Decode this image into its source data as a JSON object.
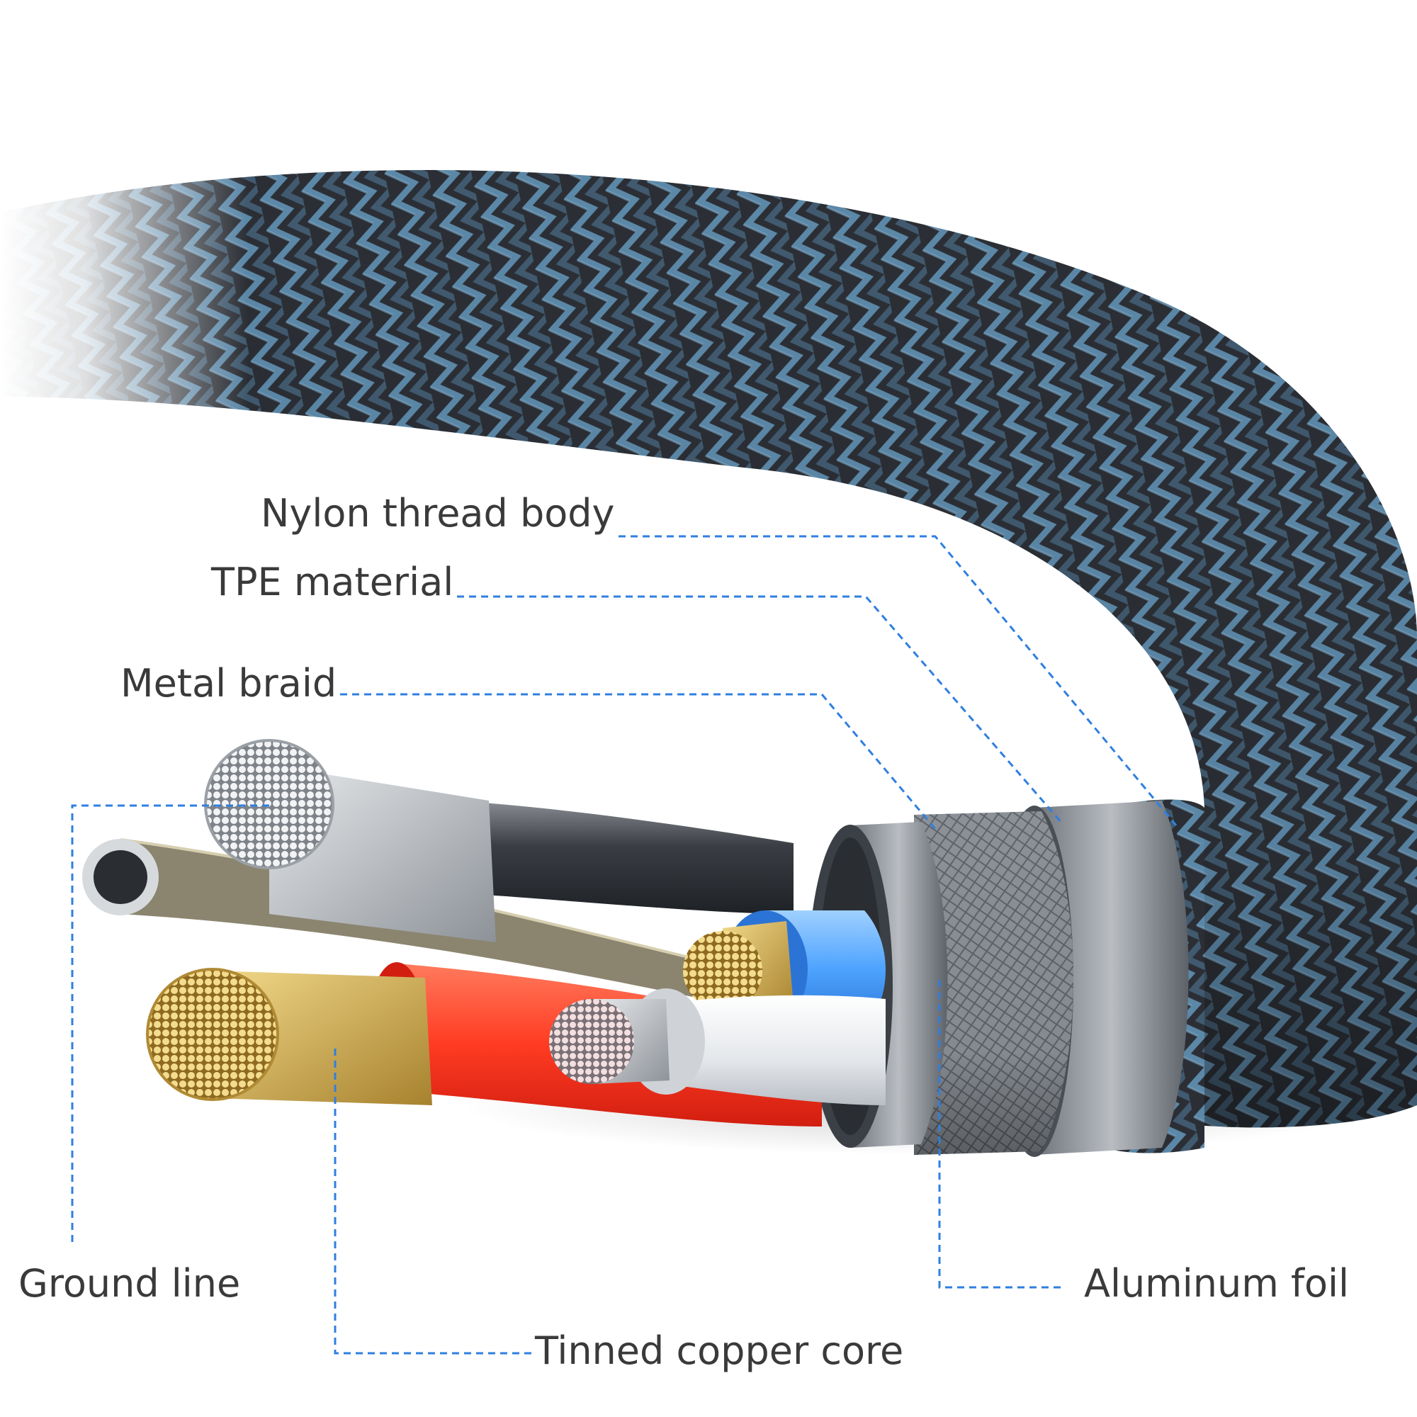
{
  "labels": {
    "nylon_thread_body": "Nylon thread body",
    "tpe_material": "TPE material",
    "metal_braid": "Metal braid",
    "ground_line": "Ground line",
    "aluminum_foil": "Aluminum foil",
    "tinned_copper_core": "Tinned copper core"
  },
  "colors": {
    "leader_line": "#2f7fe0",
    "label_text": "#3a3a3a",
    "braid_blue": "#5c88a8",
    "braid_dark": "#2b2f35",
    "red_insulation": "#ff3b22",
    "blue_insulation": "#4ea3ff",
    "white_insulation": "#e9ecef",
    "copper": "#c9a548",
    "silver": "#c9ccd0",
    "foil": "#8e9399"
  }
}
